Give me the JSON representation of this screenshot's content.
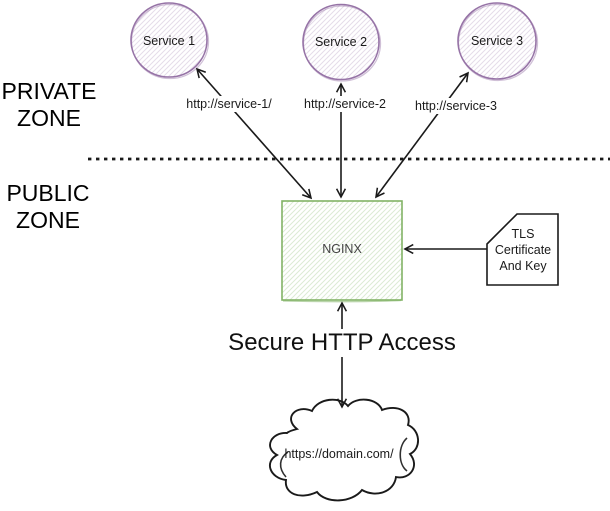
{
  "diagram": {
    "zones": {
      "private": "PRIVATE\nZONE",
      "public": "PUBLIC\nZONE"
    },
    "nodes": {
      "service1": {
        "label": "Service 1"
      },
      "service2": {
        "label": "Service 2"
      },
      "service3": {
        "label": "Service 3"
      },
      "nginx": {
        "label": "NGINX"
      },
      "tls_cert": {
        "label": "TLS\nCertificate\nAnd Key"
      },
      "cloud": {
        "label": "https://domain.com/"
      }
    },
    "edges": {
      "service1": {
        "label": "http://service-1/"
      },
      "service2": {
        "label": "http://service-2"
      },
      "service3": {
        "label": "http://service-3"
      },
      "secure": {
        "label": "Secure HTTP Access"
      }
    },
    "colors": {
      "purple": "#9673a6",
      "purple_hatch": "rgba(150,115,166,0.25)",
      "green": "#82b366",
      "green_hatch": "rgba(130,179,102,0.28)",
      "line": "#1a1a1a"
    }
  }
}
